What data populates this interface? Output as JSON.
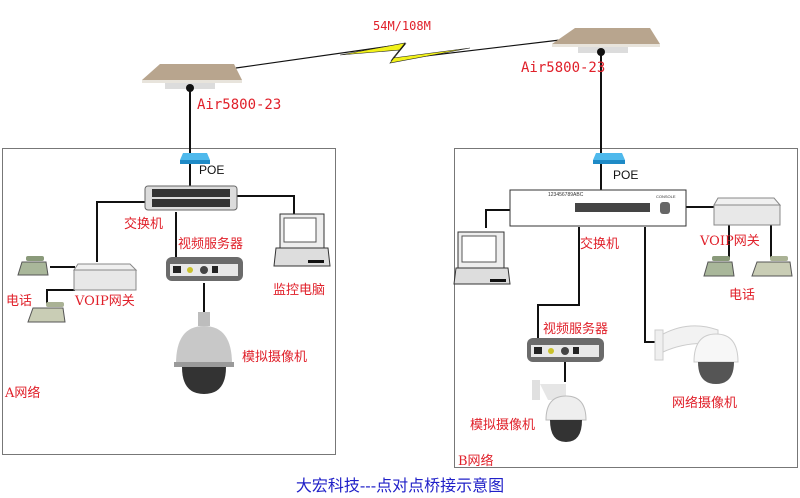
{
  "link": {
    "speed_label": "54M/108M"
  },
  "bridges": [
    {
      "model": "Air5800-23"
    },
    {
      "model": "Air5800-23"
    }
  ],
  "network_a": {
    "label": "A网络",
    "poe_label": "POE",
    "switch_label": "交换机",
    "video_server_label": "视频服务器",
    "monitor_pc_label": "监控电脑",
    "phone_label": "电话",
    "voip_gateway_label": "VOIP网关",
    "analog_camera_label": "模拟摄像机"
  },
  "network_b": {
    "label": "B网络",
    "poe_label": "POE",
    "switch_label": "交换机",
    "video_server_label": "视频服务器",
    "voip_gateway_label": "VOIP网关",
    "phone_label": "电话",
    "analog_camera_label": "模拟摄像机",
    "ip_camera_label": "网络摄像机",
    "switch_port_numbers": "123456789ABC",
    "console_label": "CONSOLE"
  },
  "caption": "大宏科技---点对点桥接示意图",
  "colors": {
    "label_red": "#e0202a",
    "caption_blue": "#2020c8",
    "poe_blue": "#1e9ad6",
    "lightning_yellow": "#f2f21a"
  }
}
